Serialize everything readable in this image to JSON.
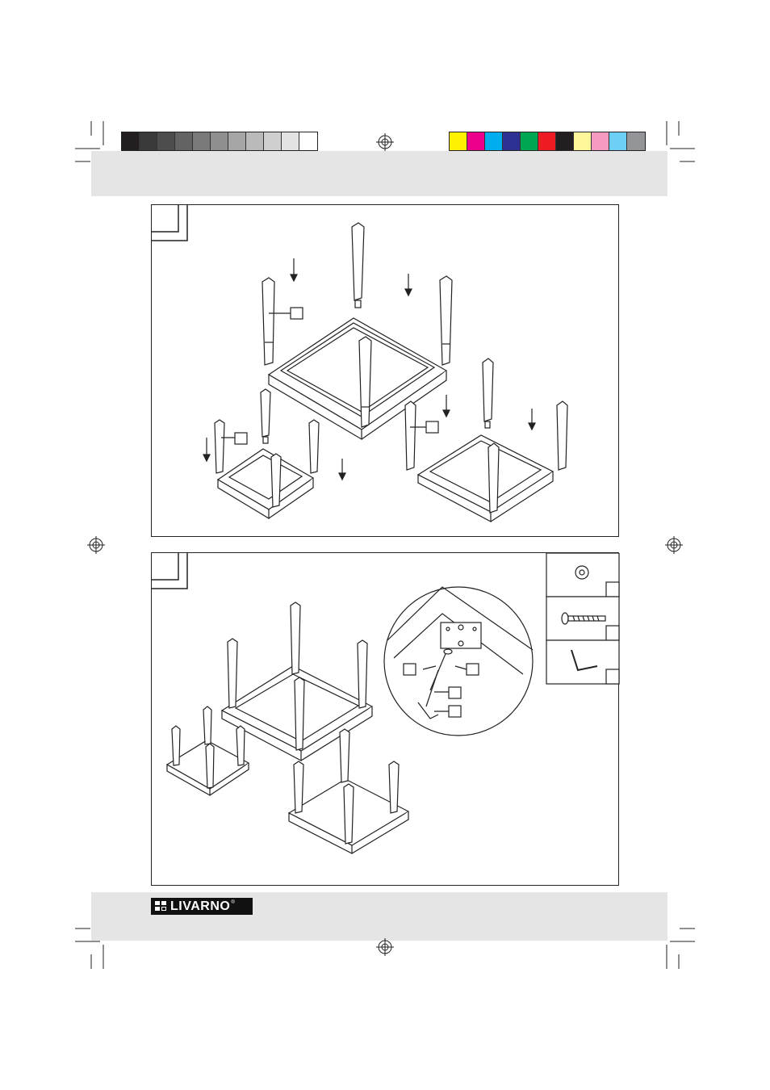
{
  "brand": {
    "name": "LIVARNO",
    "registered_mark": "®"
  },
  "color_bar": {
    "grayscale": [
      "#231f20",
      "#3a3a3a",
      "#4d4d4d",
      "#636363",
      "#7a7a7a",
      "#8f8f8f",
      "#a5a5a5",
      "#bababa",
      "#cfcfcf",
      "#e3e3e3",
      "#ffffff"
    ],
    "process": [
      "#fff200",
      "#ec008c",
      "#00aeef",
      "#2e3192",
      "#00a651",
      "#ed1c24",
      "#231f20",
      "#fff799",
      "#f49ac1",
      "#6dcff6",
      "#939598"
    ]
  },
  "steps": [
    {
      "name": "step-1",
      "number": ""
    },
    {
      "name": "step-2",
      "number": ""
    }
  ],
  "parts": [
    {
      "name": "washer"
    },
    {
      "name": "bolt"
    },
    {
      "name": "allen-key"
    }
  ]
}
